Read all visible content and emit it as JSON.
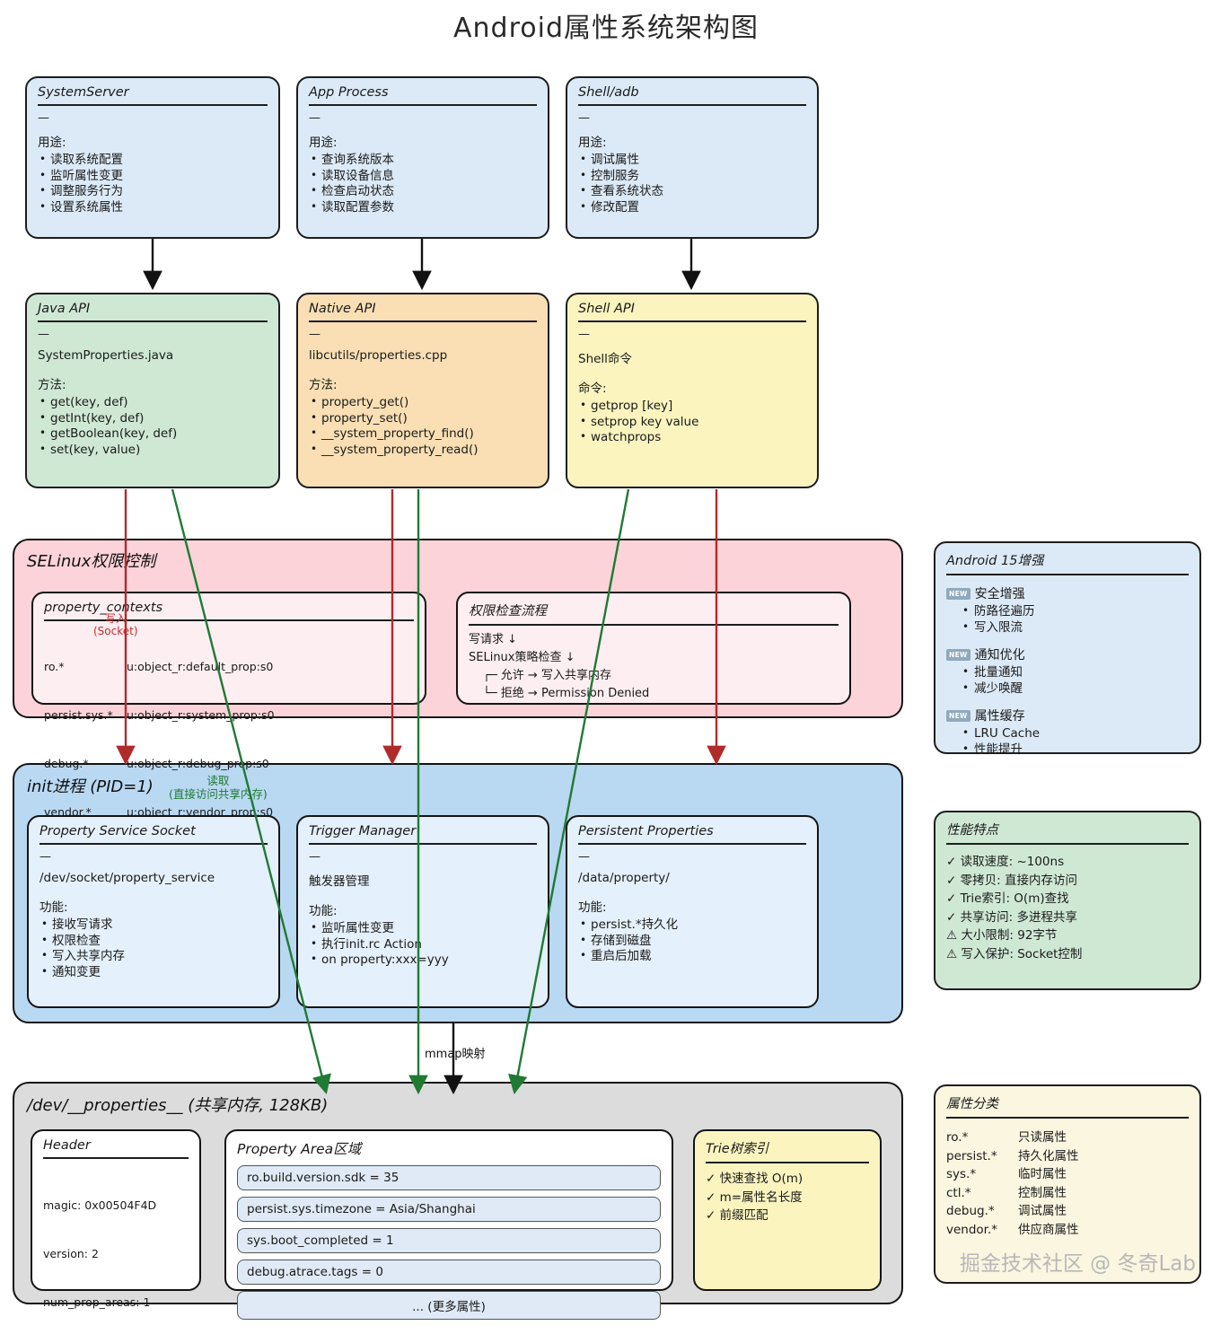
{
  "title": "Android属性系统架构图",
  "watermark": "掘金技术社区 @ 冬奇Lab",
  "clients": [
    {
      "title": "SystemServer",
      "dash": "—",
      "group_label": "用途:",
      "items": [
        "读取系统配置",
        "监听属性变更",
        "调整服务行为",
        "设置系统属性"
      ]
    },
    {
      "title": "App Process",
      "dash": "—",
      "group_label": "用途:",
      "items": [
        "查询系统版本",
        "读取设备信息",
        "检查启动状态",
        "读取配置参数"
      ]
    },
    {
      "title": "Shell/adb",
      "dash": "—",
      "group_label": "用途:",
      "items": [
        "调试属性",
        "控制服务",
        "查看系统状态",
        "修改配置"
      ]
    }
  ],
  "apis": [
    {
      "title": "Java API",
      "dash": "—",
      "sub": "SystemProperties.java",
      "group_label": "方法:",
      "items": [
        "get(key, def)",
        "getInt(key, def)",
        "getBoolean(key, def)",
        "set(key, value)"
      ]
    },
    {
      "title": "Native API",
      "dash": "—",
      "sub": "libcutils/properties.cpp",
      "group_label": "方法:",
      "items": [
        "property_get()",
        "property_set()",
        "__system_property_find()",
        "__system_property_read()"
      ]
    },
    {
      "title": "Shell API",
      "dash": "—",
      "sub": "Shell命令",
      "group_label": "命令:",
      "items": [
        "getprop [key]",
        "setprop key value",
        "watchprops"
      ]
    }
  ],
  "selinux": {
    "title": "SELinux权限控制",
    "contexts": {
      "title": "property_contexts",
      "rows": [
        {
          "key": "ro.*",
          "value": "u:object_r:default_prop:s0"
        },
        {
          "key": "persist.sys.*",
          "value": "u:object_r:system_prop:s0"
        },
        {
          "key": "debug.*",
          "value": "u:object_r:debug_prop:s0"
        },
        {
          "key": "vendor.*",
          "value": "u:object_r:vendor_prop:s0"
        }
      ]
    },
    "flow": {
      "title": "权限检查流程",
      "lines": [
        "写请求 ↓",
        "SELinux策略检查 ↓"
      ],
      "branches": [
        "┌─ 允许 → 写入共享内存",
        "└─ 拒绝 → Permission Denied"
      ]
    }
  },
  "init": {
    "title": "init进程 (PID=1)",
    "boxes": [
      {
        "title": "Property Service Socket",
        "dash": "—",
        "sub": "/dev/socket/property_service",
        "group_label": "功能:",
        "items": [
          "接收写请求",
          "权限检查",
          "写入共享内存",
          "通知变更"
        ]
      },
      {
        "title": "Trigger Manager",
        "dash": "—",
        "sub": "触发器管理",
        "group_label": "功能:",
        "items": [
          "监听属性变更",
          "执行init.rc Action",
          "on property:xxx=yyy"
        ]
      },
      {
        "title": "Persistent Properties",
        "dash": "—",
        "sub": "/data/property/",
        "group_label": "功能:",
        "items": [
          "persist.*持久化",
          "存储到磁盘",
          "重启后加载"
        ]
      }
    ]
  },
  "shm": {
    "title": "/dev/__properties__ (共享内存, 128KB)",
    "header": {
      "title": "Header",
      "rows": [
        "magic: 0x00504F4D",
        "version: 2",
        "num_prop_areas: 1"
      ]
    },
    "area": {
      "title": "Property Area区域",
      "rows": [
        "ro.build.version.sdk = 35",
        "persist.sys.timezone = Asia/Shanghai",
        "sys.boot_completed = 1",
        "debug.atrace.tags = 0",
        "... (更多属性)"
      ]
    },
    "trie": {
      "title": "Trie树索引",
      "rows": [
        "✓ 快速查找 O(m)",
        "✓ m=属性名长度",
        "✓ 前缀匹配"
      ]
    }
  },
  "android15": {
    "title": "Android 15增强",
    "badge": "NEW",
    "groups": [
      {
        "head": "安全增强",
        "items": [
          "防路径遍历",
          "写入限流"
        ]
      },
      {
        "head": "通知优化",
        "items": [
          "批量通知",
          "减少唤醒"
        ]
      },
      {
        "head": "属性缓存",
        "items": [
          "LRU Cache",
          "性能提升"
        ]
      }
    ]
  },
  "perf": {
    "title": "性能特点",
    "rows": [
      "✓ 读取速度: ~100ns",
      "✓ 零拷贝: 直接内存访问",
      "✓ Trie索引: O(m)查找",
      "✓ 共享访问: 多进程共享",
      "⚠ 大小限制: 92字节",
      "⚠ 写入保护: Socket控制"
    ]
  },
  "categories": {
    "title": "属性分类",
    "rows": [
      {
        "key": "ro.*",
        "value": "只读属性"
      },
      {
        "key": "persist.*",
        "value": "持久化属性"
      },
      {
        "key": "sys.*",
        "value": "临时属性"
      },
      {
        "key": "ctl.*",
        "value": "控制属性"
      },
      {
        "key": "debug.*",
        "value": "调试属性"
      },
      {
        "key": "vendor.*",
        "value": "供应商属性"
      }
    ]
  },
  "edges": {
    "write_socket": "写入\n(Socket)",
    "write_label_1": "写入",
    "write_label_2": "(Socket)",
    "read_label_1": "读取",
    "read_label_2": "(直接访问共享内存)",
    "mmap_label": "mmap映射"
  },
  "colors": {
    "client": "#dceaf7",
    "java_api": "#cfe8d4",
    "native_api": "#fadfb4",
    "shell_api": "#fbf4bf",
    "selinux": "#fbd3d9",
    "init": "#b9d8f2",
    "shm": "#dcdcdc",
    "write_arrow": "#b02b2b",
    "read_arrow": "#1f7a33"
  }
}
